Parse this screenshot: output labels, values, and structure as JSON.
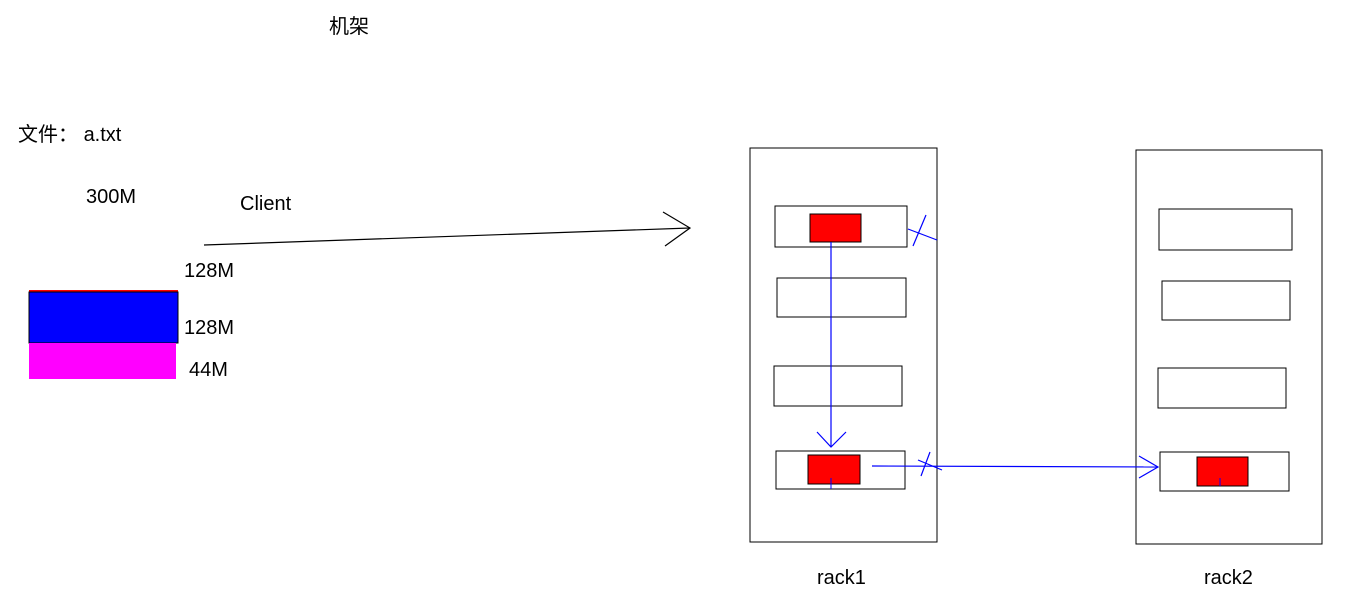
{
  "title": "机架",
  "file": {
    "label": "文件：",
    "name": "a.txt",
    "size": "300M"
  },
  "client": "Client",
  "blocks": [
    {
      "label": "128M",
      "color": "#ff0000"
    },
    {
      "label": "128M",
      "color": "#0000ff"
    },
    {
      "label": "44M",
      "color": "#ff00ff"
    }
  ],
  "racks": [
    {
      "label": "rack1"
    },
    {
      "label": "rack2"
    }
  ],
  "colors": {
    "replica": "#ff0000",
    "transfer": "#0000ff",
    "outline": "#000000"
  }
}
